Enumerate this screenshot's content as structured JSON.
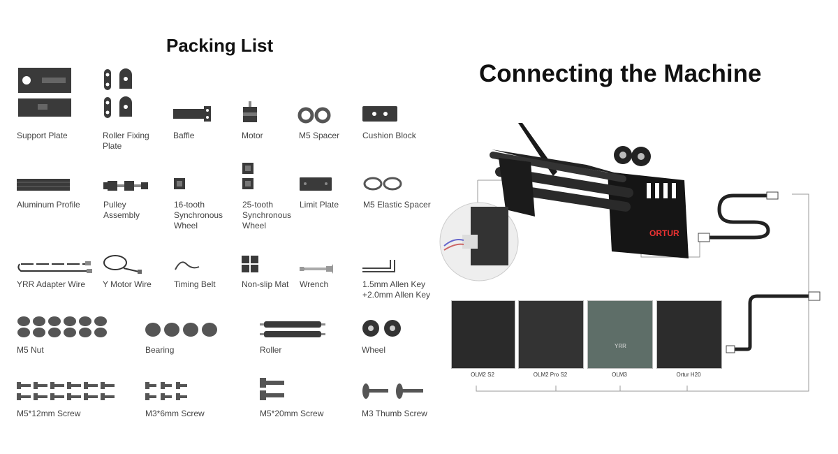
{
  "packing_list": {
    "title": "Packing List",
    "items": [
      {
        "label_lines": [
          "Support Plate"
        ]
      },
      {
        "label_lines": [
          "Roller Fixing",
          "Plate"
        ]
      },
      {
        "label_lines": [
          "Baffle"
        ]
      },
      {
        "label_lines": [
          "Motor"
        ]
      },
      {
        "label_lines": [
          "M5 Spacer"
        ]
      },
      {
        "label_lines": [
          "Cushion Block"
        ]
      },
      {
        "label_lines": [
          "Aluminum Profile"
        ]
      },
      {
        "label_lines": [
          "Pulley",
          "Assembly"
        ]
      },
      {
        "label_lines": [
          "16-tooth",
          "Synchronous",
          "Wheel"
        ]
      },
      {
        "label_lines": [
          "25-tooth",
          "Synchronous",
          "Wheel"
        ]
      },
      {
        "label_lines": [
          "Limit Plate"
        ]
      },
      {
        "label_lines": [
          "M5 Elastic Spacer"
        ]
      },
      {
        "label_lines": [
          "YRR Adapter Wire"
        ]
      },
      {
        "label_lines": [
          "Y Motor Wire"
        ]
      },
      {
        "label_lines": [
          "Timing Belt"
        ]
      },
      {
        "label_lines": [
          "Non-slip Mat"
        ]
      },
      {
        "label_lines": [
          "Wrench"
        ]
      },
      {
        "label_lines": [
          "1.5mm Allen Key",
          "+2.0mm Allen Key"
        ]
      },
      {
        "label_lines": [
          "M5 Nut"
        ]
      },
      {
        "label_lines": [
          "Bearing"
        ]
      },
      {
        "label_lines": [
          "Roller"
        ]
      },
      {
        "label_lines": [
          "Wheel"
        ]
      },
      {
        "label_lines": [
          "M5*12mm Screw"
        ]
      },
      {
        "label_lines": [
          "M3*6mm Screw"
        ]
      },
      {
        "label_lines": [
          "M5*20mm Screw"
        ]
      },
      {
        "label_lines": [
          "M3 Thumb Screw"
        ]
      }
    ]
  },
  "connecting": {
    "title": "Connecting the Machine",
    "brand_mark": "ORTUR",
    "port_label": "YRR",
    "machines": [
      {
        "label": "OLM2 S2"
      },
      {
        "label": "OLM2 Pro S2"
      },
      {
        "label": "OLM3"
      },
      {
        "label": "Ortur H20"
      }
    ]
  }
}
